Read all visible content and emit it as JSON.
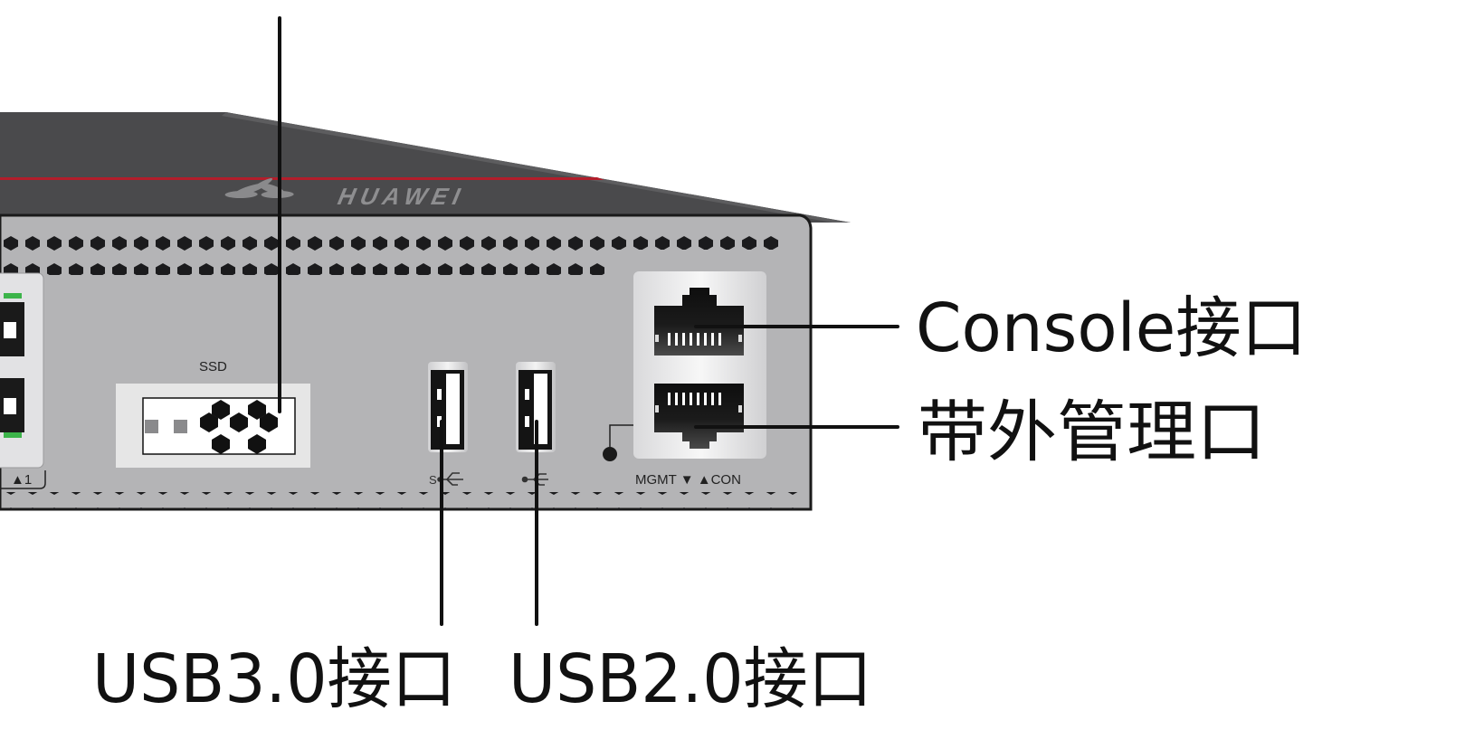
{
  "brand": {
    "logo_text": "HUAWEI"
  },
  "panel_labels": {
    "ssd": "SSD",
    "port_pair_marker": "▲1",
    "mgmt_con": "MGMT ▼ ▲CON"
  },
  "callouts": {
    "console": "Console接口",
    "oob_mgmt": "带外管理口",
    "usb30": "USB3.0接口",
    "usb20": "USB2.0接口"
  },
  "colors": {
    "chassis_top": "#4a4a4c",
    "front_panel": "#b4b4b6",
    "accent_stripe": "#b31e2b",
    "status_led": "#3cb44a",
    "leader_line": "#111111"
  }
}
